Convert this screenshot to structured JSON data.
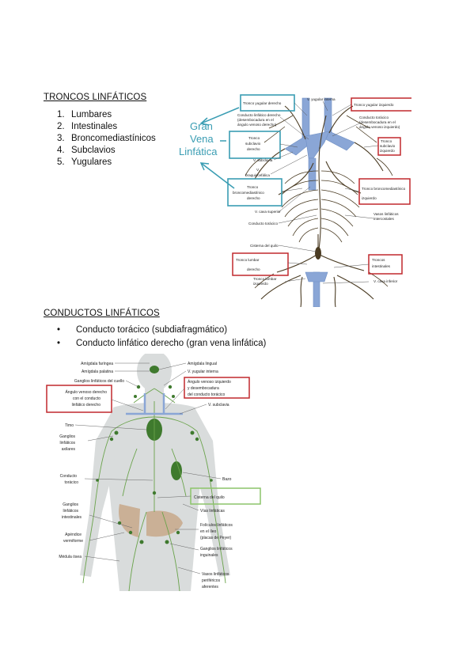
{
  "section1": {
    "heading": "TRONCOS LINFÁTICOS",
    "items": [
      "Lumbares",
      "Intestinales",
      "Broncomediastínicos",
      "Subclavios",
      "Yugulares"
    ],
    "numbers": [
      "1.",
      "2.",
      "3.",
      "4.",
      "5."
    ]
  },
  "figure1": {
    "big_label_lines": [
      "Gran",
      "Vena",
      "Linfática"
    ],
    "labels": {
      "tronco_yugular_derecho": "Tronco yugular derecho",
      "v_yugular_interna": "V. yugular interna",
      "tronco_yugular_izquierdo": "Tronco yugular izquierdo",
      "conducto_linfatico_derecho": [
        "Conducto linfático derecho",
        "(desembocadura en el",
        "ángulo venoso derecho)"
      ],
      "conducto_toracico_desemb": [
        "Conducto torácico",
        "(desembocadura en el",
        "ángulo venoso izquierdo)"
      ],
      "tronco_subclavio_derecho": [
        "Tronco",
        "subclavio",
        "derecho"
      ],
      "tronco_subclavio_izquierdo": [
        "Tronco",
        "subclavio",
        "izquierdo"
      ],
      "v_subclavia": "V. subclavia",
      "v_braquiocefalica": [
        "V.",
        "braquiocefálica"
      ],
      "tronco_bronco_derecho": [
        "Tronco",
        "broncomediastínico",
        "derecho"
      ],
      "tronco_bronco_izquierdo": [
        "Tronco broncomediastínico",
        "izquierdo"
      ],
      "v_cava_superior": "V. cava superior",
      "conducto_toracico": "Conducto torácico",
      "vasos_intercostales": [
        "Vasos linfáticos",
        "intercostales"
      ],
      "cisterna_quilo": "Cisterna del quilo",
      "tronco_lumbar_derecho": [
        "Tronco lumbar",
        "derecho"
      ],
      "tronco_lumbar_izquierdo": [
        "Tronco lumbar",
        "izquierdo"
      ],
      "troncos_intestinales": [
        "Troncos",
        "intestinales"
      ],
      "v_cava_inferior": "V. cava inferior"
    },
    "colors": {
      "teal": "#3a9db3",
      "red": "#c0282d",
      "vein": "#8aa6d6",
      "lymph": "#4a3b22"
    }
  },
  "section2": {
    "heading": "CONDUCTOS LINFÁTICOS",
    "bullets": [
      "Conducto torácico (subdiafragmático)",
      "Conducto linfático derecho (gran vena linfática)"
    ],
    "bullet_glyph": "•"
  },
  "figure2": {
    "labels": {
      "amigdala_faringea": "Amígdala faríngea",
      "amigdala_palatina": "Amígdala palatina",
      "ganglios_cuello": "Ganglios linfáticos del cuello",
      "angulo_derecho": [
        "Ángulo venoso derecho",
        "con el conducto",
        "linfático derecho"
      ],
      "timo": "Timo",
      "ganglios_axilares": [
        "Ganglios",
        "linfáticos",
        "axilares"
      ],
      "conducto_toracico": [
        "Conducto",
        "torácico"
      ],
      "ganglios_intestinales": [
        "Ganglios",
        "linfáticos",
        "intestinales"
      ],
      "apendice": [
        "Apéndice",
        "vermiforme"
      ],
      "medula_osea": "Médula ósea",
      "amigdala_lingual": "Amígdala lingual",
      "v_yugular_interna": "V. yugular interna",
      "angulo_izquierdo": [
        "Ángulo venoso izquierdo",
        "y desembocadura",
        "del conducto torácico"
      ],
      "v_subclavia": "V. subclavia",
      "bazo": "Bazo",
      "cisterna_quilo": "Cisterna del quilo",
      "vias_linfaticas": "Vías linfáticas",
      "foliculos": [
        "Folículos linfáticos",
        "en el íleo",
        "(placas de Peyer)"
      ],
      "ganglios_inguinales": [
        "Ganglios linfáticos",
        "inguinales"
      ],
      "vasos_perifericos": [
        "Vasos linfáticos",
        "periféricos",
        "aferentes"
      ]
    },
    "colors": {
      "red": "#c0282d",
      "green_box": "#8cc46a",
      "node": "#3f7a2e",
      "body": "#d9dcdc",
      "gut": "#c8a98a"
    }
  }
}
